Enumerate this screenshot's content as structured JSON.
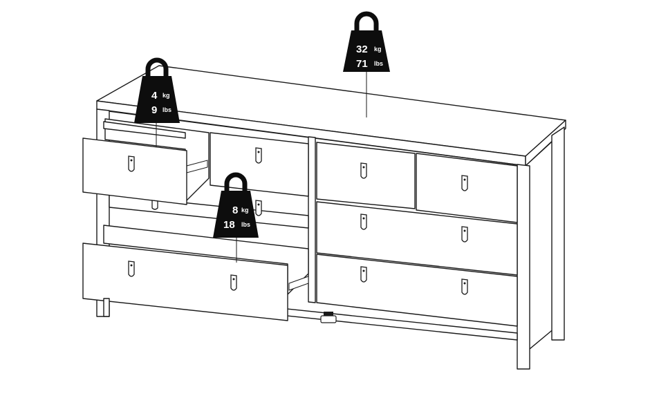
{
  "weights": {
    "top": {
      "kg_value": "32",
      "kg_unit": "kg",
      "lbs_value": "71",
      "lbs_unit": "lbs"
    },
    "small_drawer": {
      "kg_value": "4",
      "kg_unit": "kg",
      "lbs_value": "9",
      "lbs_unit": "lbs"
    },
    "large_drawer": {
      "kg_value": "8",
      "kg_unit": "kg",
      "lbs_value": "18",
      "lbs_unit": "lbs"
    }
  },
  "colors": {
    "line": "#1a1a1a",
    "weight": "#0d0d0d",
    "background": "#ffffff"
  }
}
